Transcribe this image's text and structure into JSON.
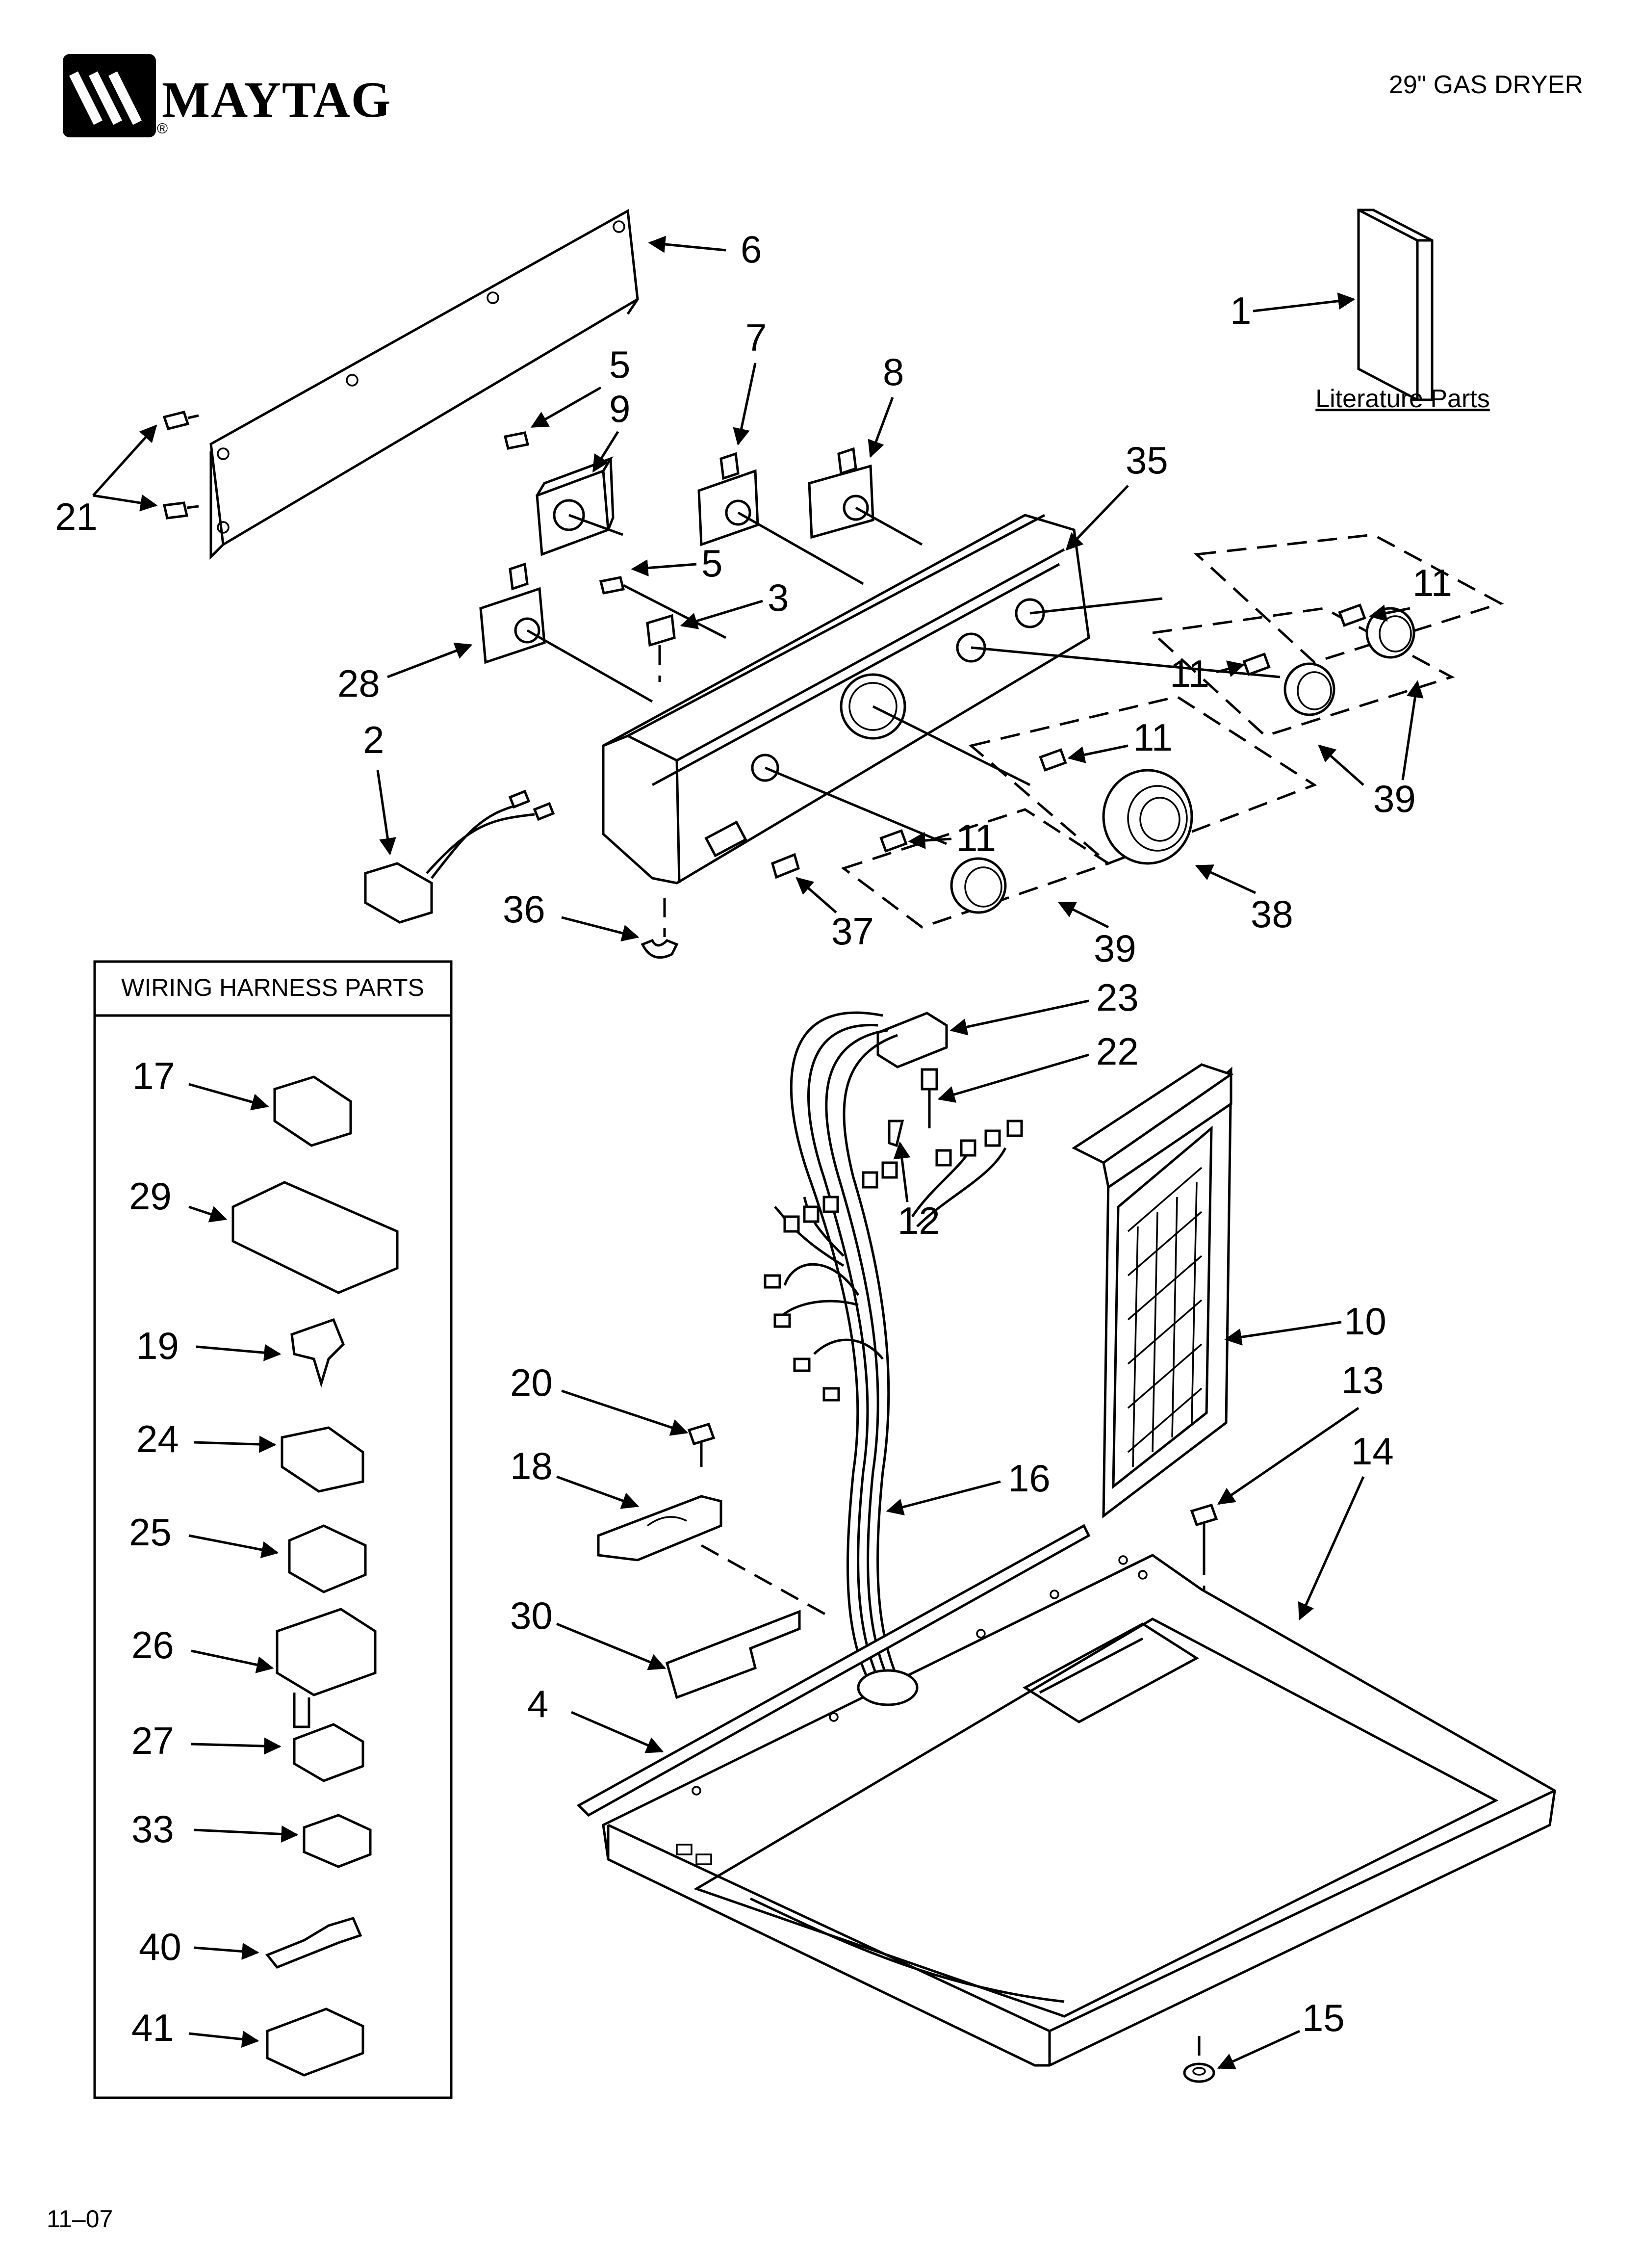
{
  "header": {
    "brand": "MAYTAG",
    "brand_mark": "®",
    "model_title": "29\" GAS DRYER"
  },
  "literature": {
    "label": "Literature Parts",
    "callout": "1"
  },
  "harness_box": {
    "title": "WIRING HARNESS PARTS",
    "items": [
      "17",
      "29",
      "19",
      "24",
      "25",
      "26",
      "27",
      "33",
      "40",
      "41"
    ]
  },
  "callouts": {
    "c2": "2",
    "c3": "3",
    "c4": "4",
    "c5a": "5",
    "c5b": "5",
    "c6": "6",
    "c7": "7",
    "c8": "8",
    "c9": "9",
    "c10": "10",
    "c11a": "11",
    "c11b": "11",
    "c11c": "11",
    "c11d": "11",
    "c12": "12",
    "c13": "13",
    "c14": "14",
    "c15": "15",
    "c16": "16",
    "c18": "18",
    "c20": "20",
    "c21": "21",
    "c22": "22",
    "c23": "23",
    "c28": "28",
    "c30": "30",
    "c35": "35",
    "c36": "36",
    "c37": "37",
    "c38": "38",
    "c39a": "39",
    "c39b": "39"
  },
  "footer": {
    "date_code": "11–07"
  }
}
